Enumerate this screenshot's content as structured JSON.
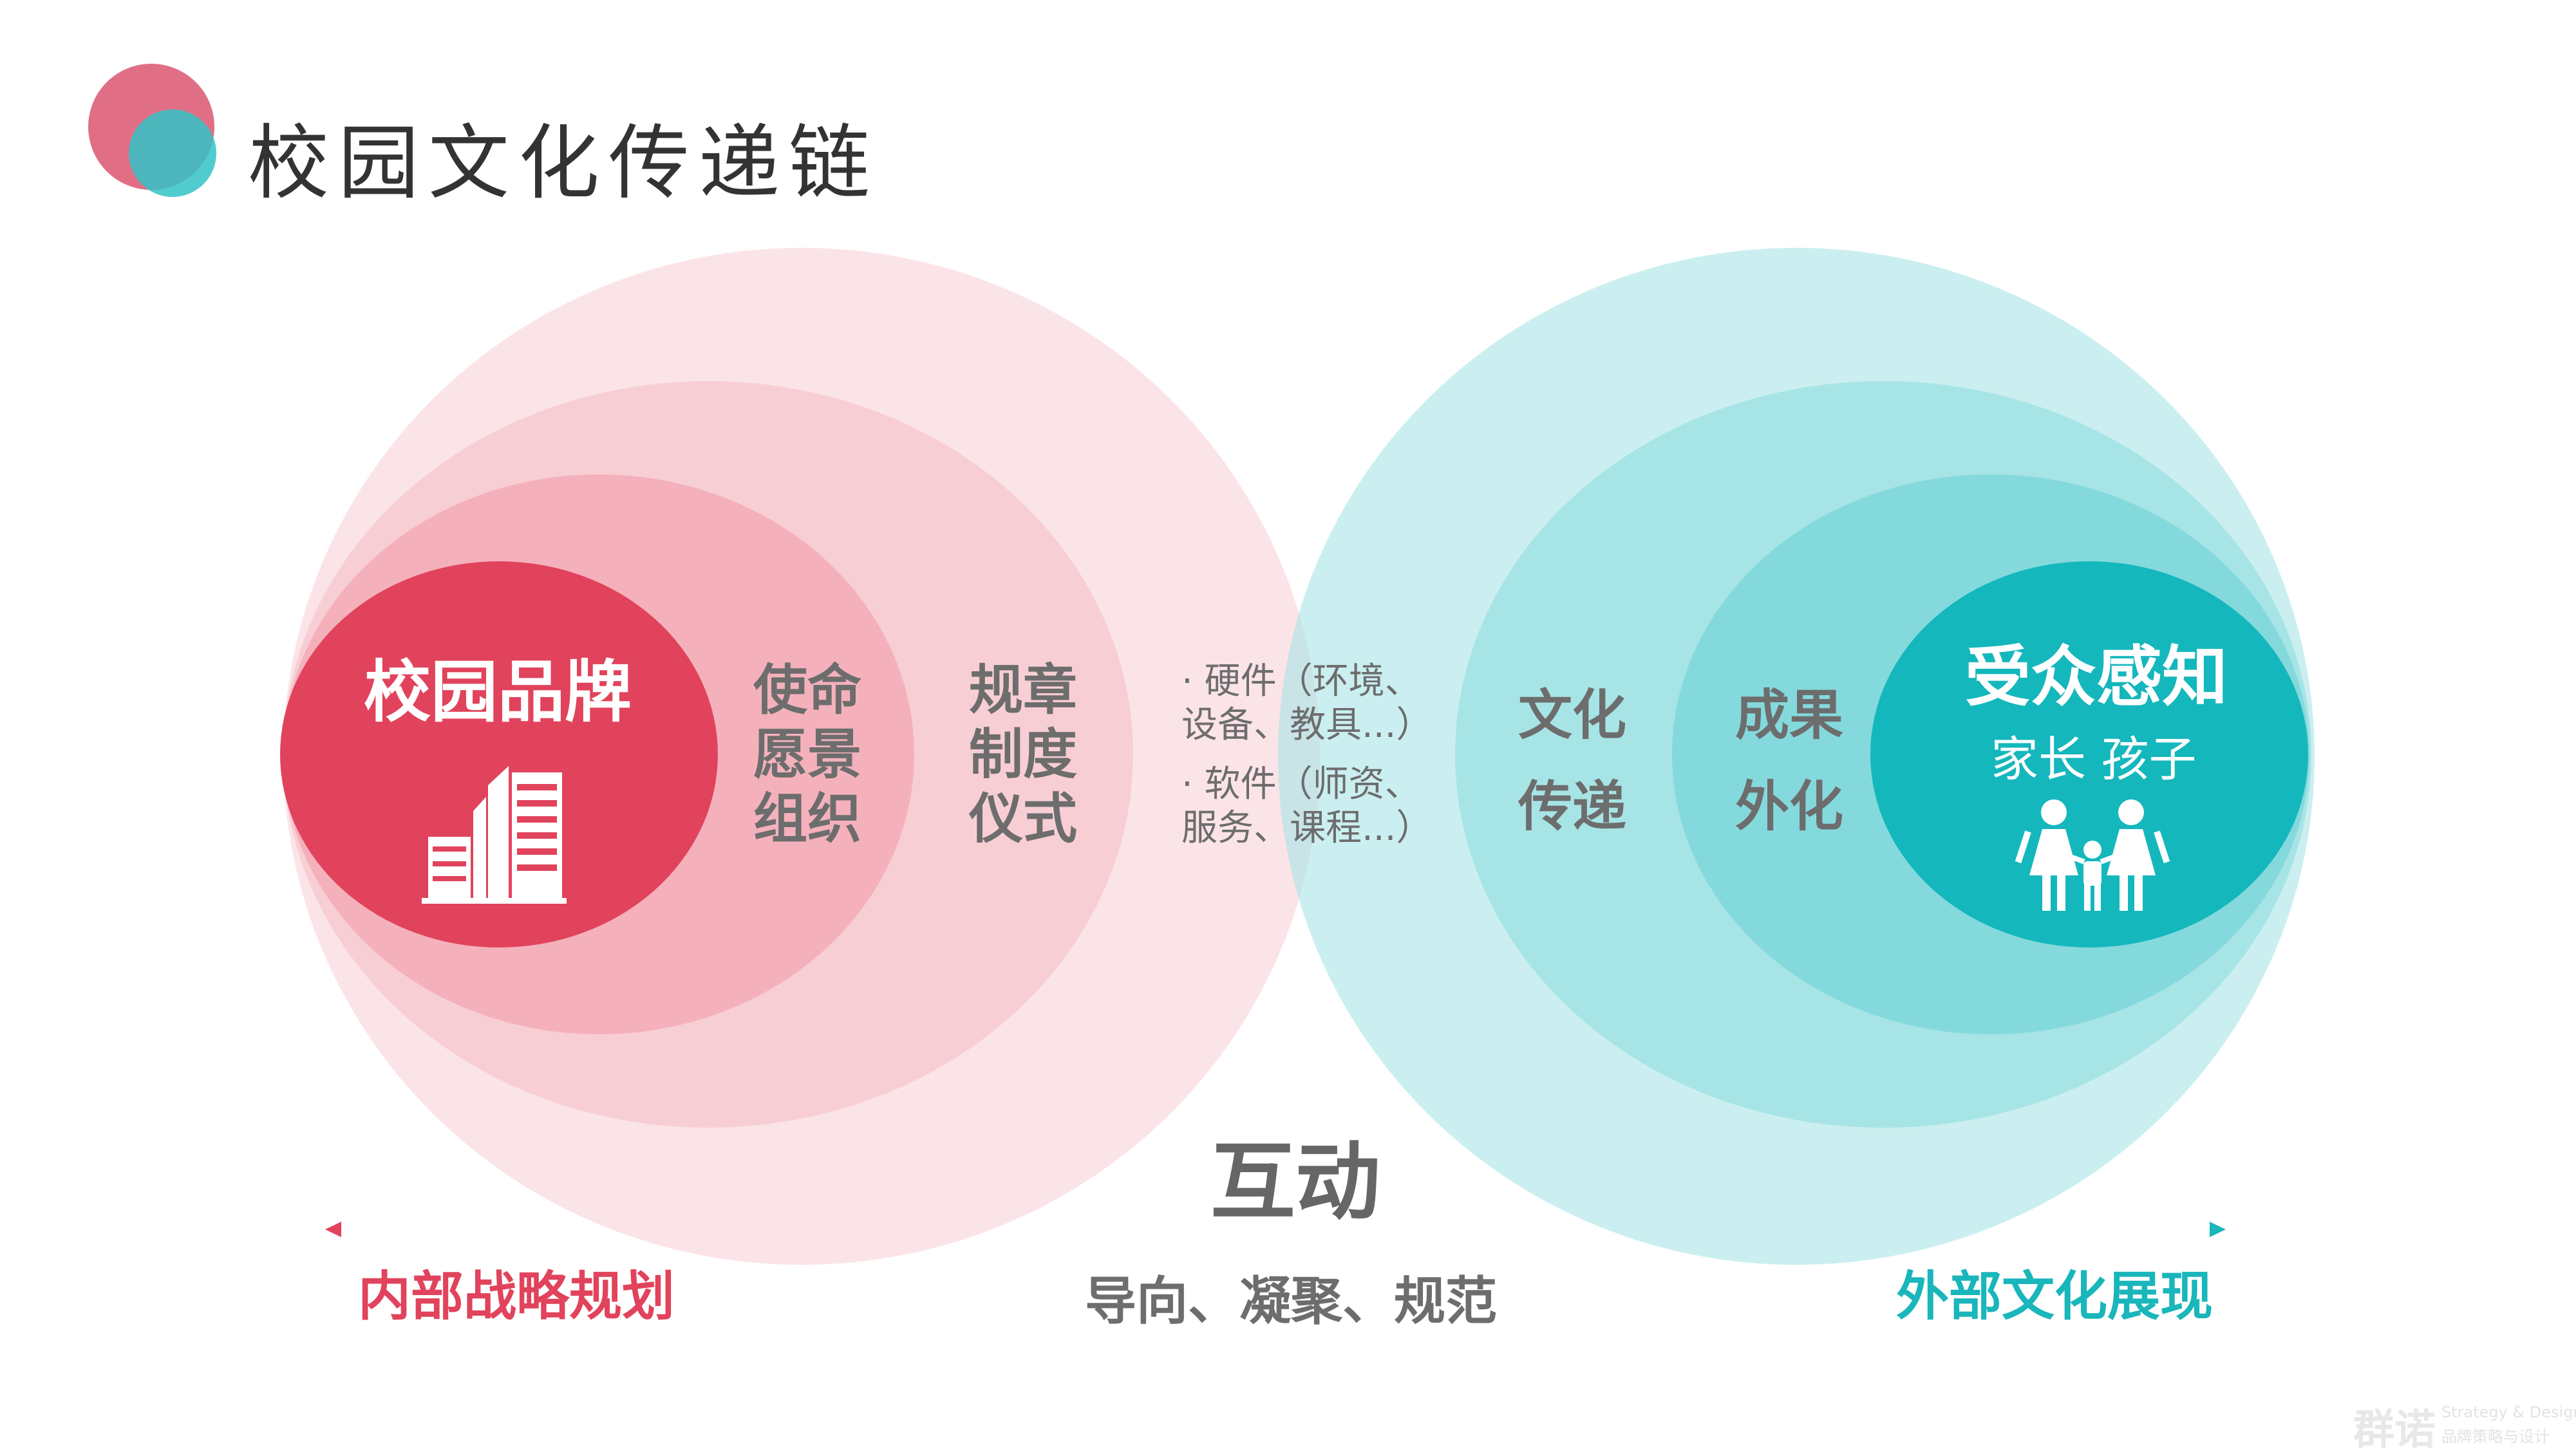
{
  "title": "校园文化传递链",
  "colors": {
    "pink_accent": "#e1435c",
    "teal_accent": "#19b6bb",
    "text_gray": "#6d6d6d"
  },
  "left_group": {
    "brand": "校园品牌",
    "brand_icon": "building-icon",
    "layer2": [
      "使命",
      "愿景",
      "组织"
    ],
    "layer3": [
      "规章",
      "制度",
      "仪式"
    ]
  },
  "overlap": {
    "bullets": [
      [
        "· 硬件（环境、",
        "设备、教具...）"
      ],
      [
        "· 软件（师资、",
        "服务、课程...）"
      ]
    ]
  },
  "right_group": {
    "layer3": [
      "文化",
      "传递"
    ],
    "layer2": [
      "成果",
      "外化"
    ],
    "audience": "受众感知",
    "audience_sub": "家长 孩子",
    "audience_icon": "family-icon"
  },
  "interaction": "互动",
  "axis": {
    "left_label": "内部战略规划",
    "center_label": "导向、凝聚、规范",
    "right_label": "外部文化展现"
  },
  "watermark": {
    "logo": "群诺",
    "line1": "Strategy & Design",
    "line2": "品牌策略与设计"
  }
}
